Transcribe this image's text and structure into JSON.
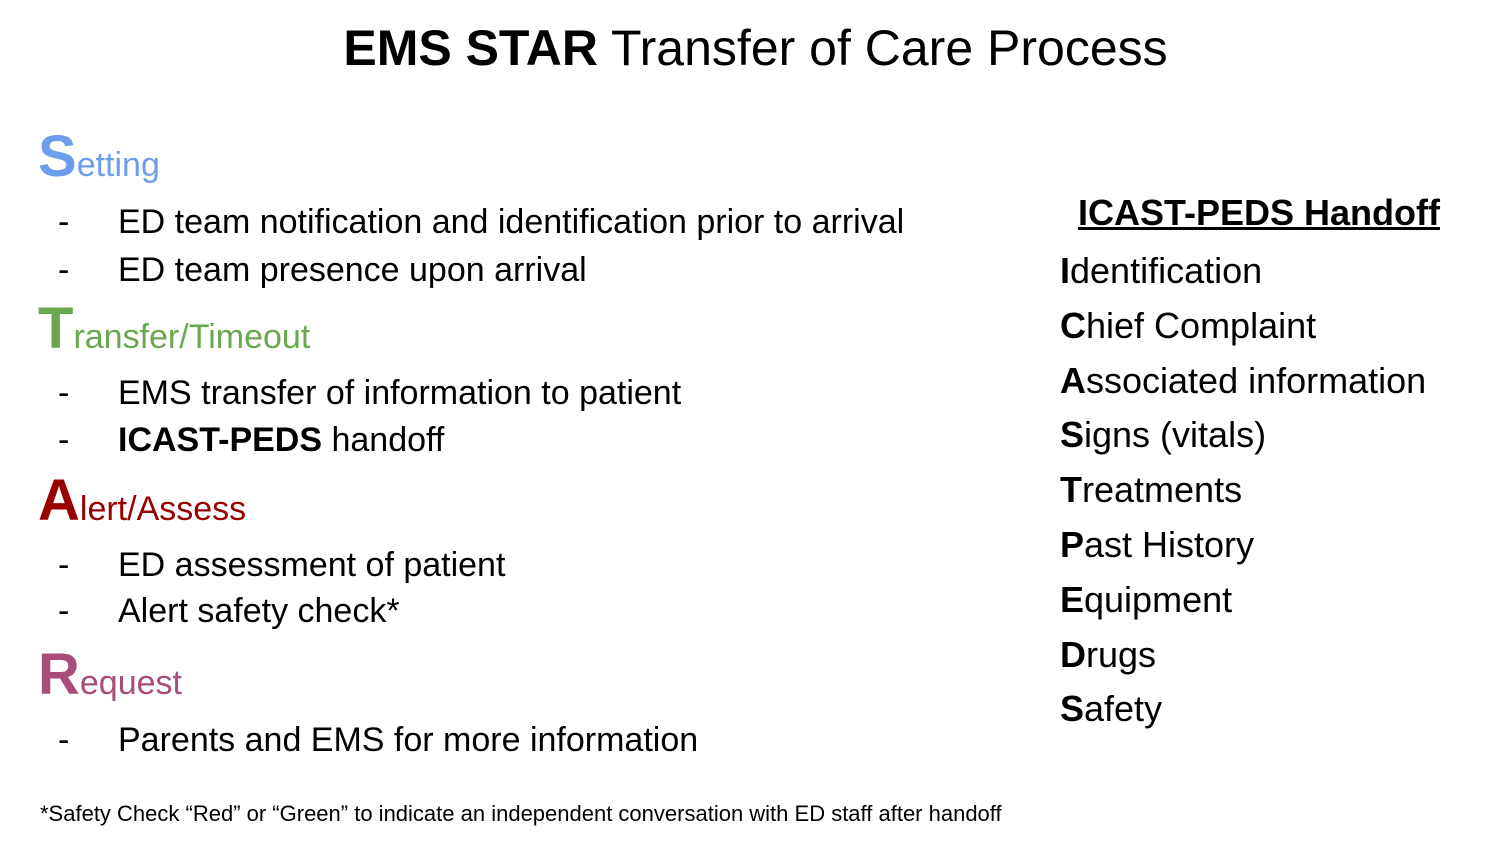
{
  "title": {
    "bold_part": "EMS STAR",
    "rest": " Transfer of Care Process"
  },
  "sections": [
    {
      "initial": "S",
      "rest": "etting",
      "color": "#6d9eeb",
      "bullets": [
        "ED team notification and identification prior to arrival",
        "ED team presence upon arrival"
      ]
    },
    {
      "initial": "T",
      "rest": "ransfer/Timeout",
      "color": "#6aa84f",
      "bullets": [
        "EMS transfer of information to patient",
        {
          "bold": "ICAST-PEDS",
          "rest": " handoff"
        }
      ]
    },
    {
      "initial": "A",
      "rest": "lert/Assess",
      "color": "#990000",
      "bullets": [
        "ED assessment of patient",
        "Alert safety check*"
      ]
    },
    {
      "initial": "R",
      "rest": "equest",
      "color": "#a64d79",
      "bullets": [
        "Parents and EMS for more information"
      ]
    }
  ],
  "bullet_dash": "-",
  "handoff": {
    "title": "ICAST-PEDS Handoff",
    "items": [
      {
        "initial": "I",
        "rest": "dentification"
      },
      {
        "initial": "C",
        "rest": "hief Complaint"
      },
      {
        "initial": "A",
        "rest": "ssociated information"
      },
      {
        "initial": "S",
        "rest": "igns (vitals)"
      },
      {
        "initial": "T",
        "rest": "reatments"
      },
      {
        "initial": "P",
        "rest": "ast History"
      },
      {
        "initial": "E",
        "rest": "quipment"
      },
      {
        "initial": "D",
        "rest": "rugs"
      },
      {
        "initial": "S",
        "rest": "afety"
      }
    ]
  },
  "footnote": "*Safety Check “Red” or “Green” to indicate an independent conversation with ED staff after handoff"
}
